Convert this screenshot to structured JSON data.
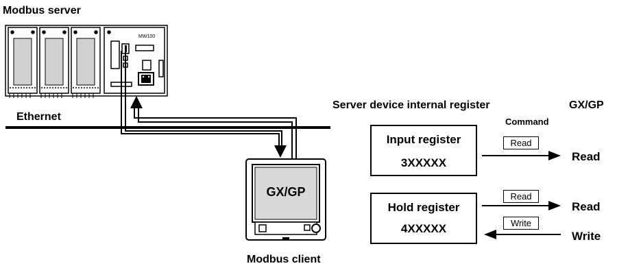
{
  "server_label": "Modbus server",
  "server_model": "MW100",
  "network_label": "Ethernet",
  "client_label": "Modbus client",
  "client_display": "GX/GP",
  "register_table": {
    "header_left": "Server device internal register",
    "header_right": "GX/GP",
    "command_header": "Command",
    "input_register": {
      "name": "Input register",
      "address": "3XXXXX",
      "command": "Read",
      "result": "Read"
    },
    "hold_register": {
      "name": "Hold register",
      "address": "4XXXXX",
      "read_command": "Read",
      "read_result": "Read",
      "write_command": "Write",
      "write_result": "Write"
    }
  }
}
